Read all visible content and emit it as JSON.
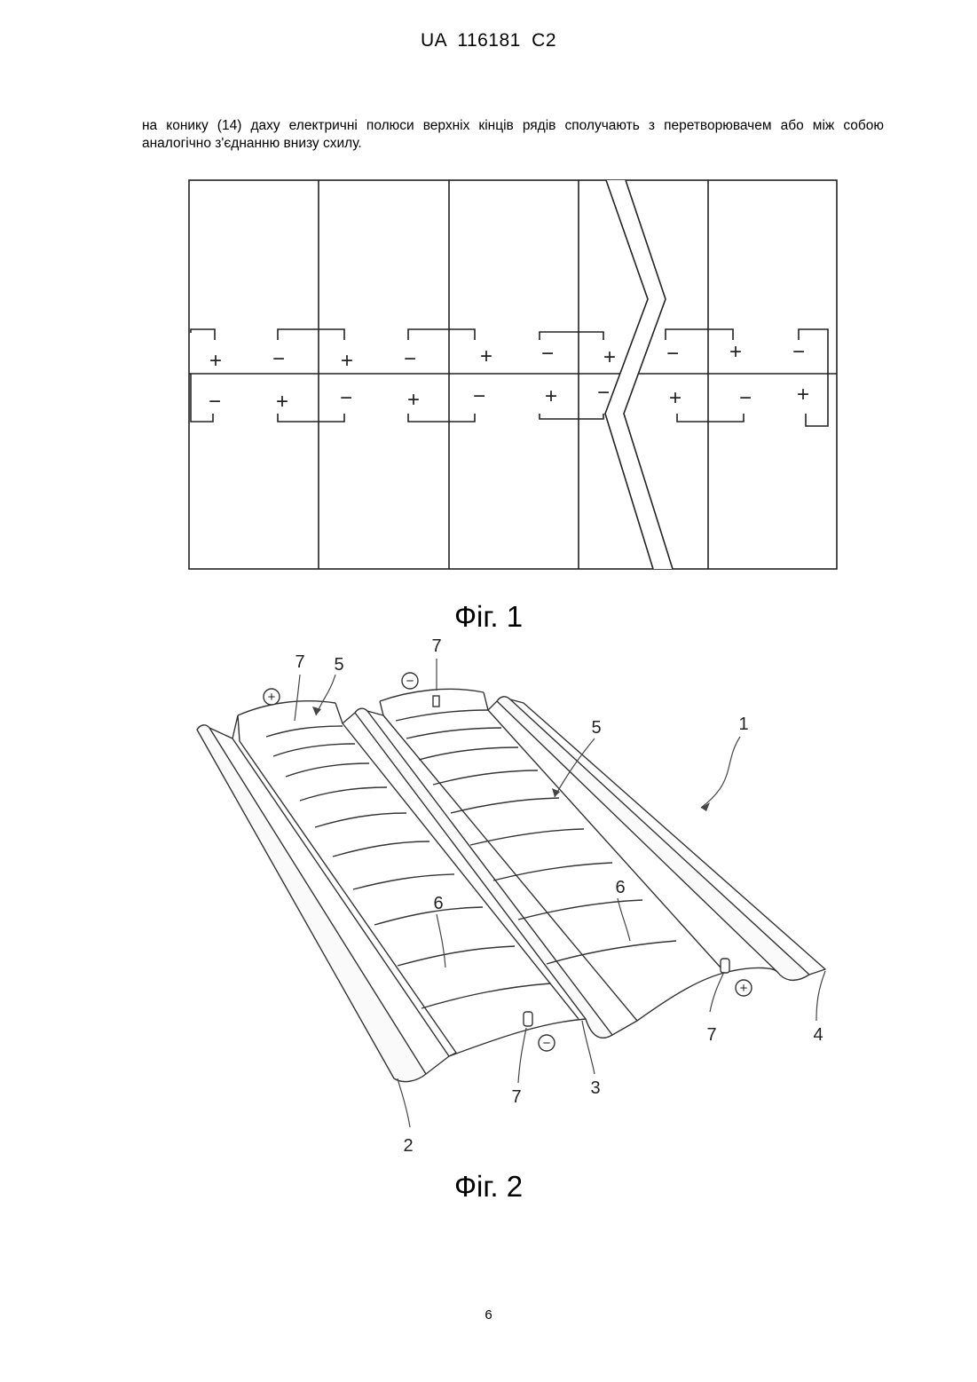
{
  "header": {
    "doc_id": "UA   116181   C2"
  },
  "body": {
    "text": "на конику (14) даху електричні полюси верхніх кінців рядів сполучають з перетворювачем або між собою аналогічно з'єднанню внизу схилу."
  },
  "figure1": {
    "caption": "Фіг. 1",
    "upper_signs": [
      "+",
      "−",
      "+",
      "−",
      "+",
      "−",
      "+",
      "−",
      "+",
      "−"
    ],
    "lower_signs": [
      "−",
      "+",
      "−",
      "+",
      "−",
      "+",
      "−",
      "+",
      "−",
      "+"
    ]
  },
  "figure2": {
    "caption": "Фіг. 2",
    "labels": {
      "l7a": "7",
      "l5a": "5",
      "l7b": "7",
      "l5b": "5",
      "l1": "1",
      "l6a": "6",
      "l6b": "6",
      "l7c": "7",
      "l7d": "7",
      "l3": "3",
      "l2": "2",
      "l4": "4"
    },
    "terminals": {
      "t1": "+",
      "t2": "−",
      "t3": "−",
      "t4": "+"
    }
  },
  "footer": {
    "page_number": "6"
  }
}
